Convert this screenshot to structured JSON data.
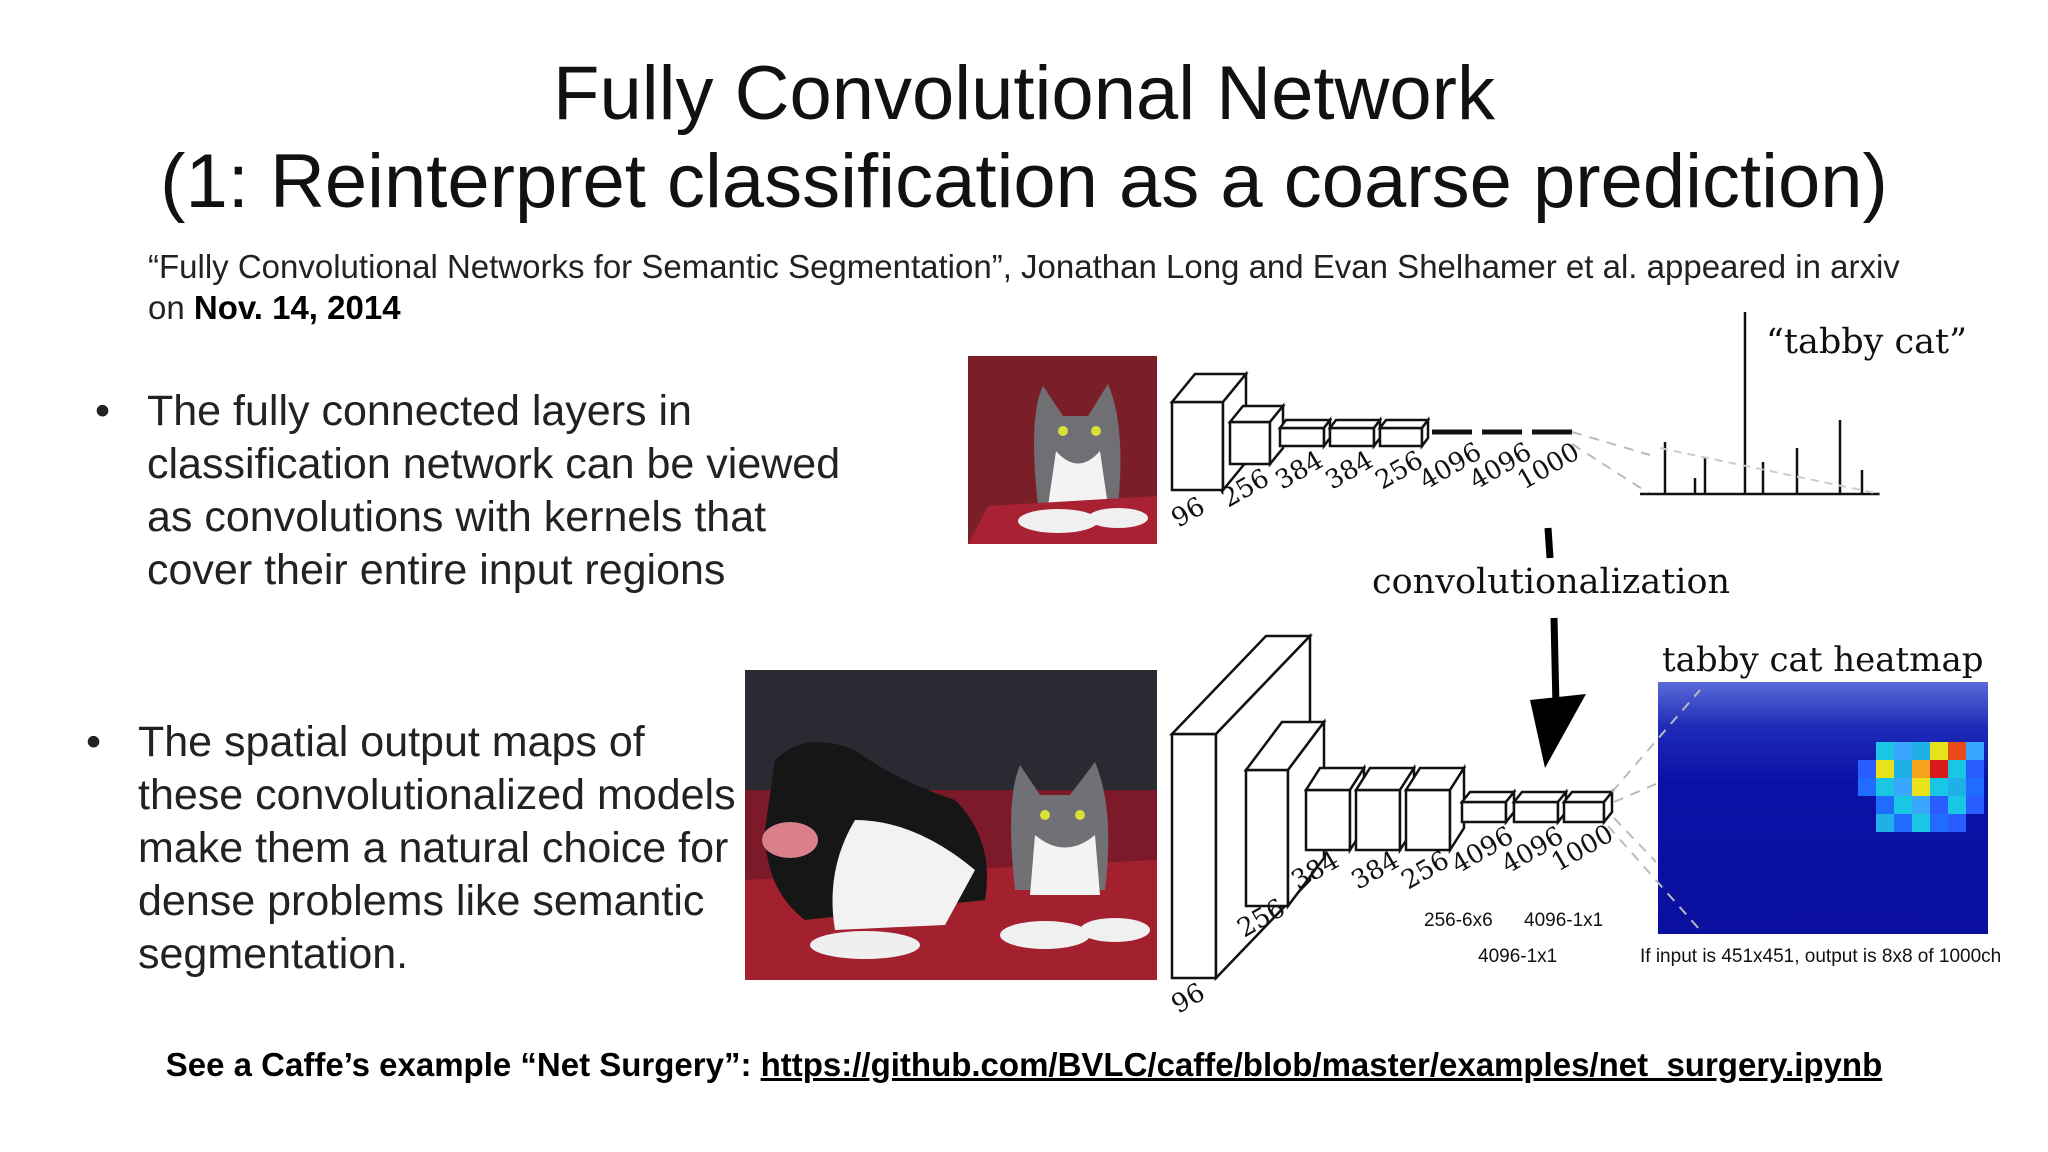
{
  "slide": {
    "title_line1": "Fully Convolutional Network",
    "title_line2": "(1: Reinterpret classification as a coarse prediction)",
    "citation_text": "“Fully Convolutional Networks for Semantic Segmentation”, Jonathan Long and Evan Shelhamer et al. appeared in arxiv on ",
    "citation_date": "Nov. 14, 2014",
    "bullets": [
      "The fully connected layers in classification network can be viewed as convolutions with kernels that cover their entire input regions",
      "The spatial output maps of these convolutionalized models make them a natural choice for dense problems like semantic segmentation."
    ],
    "bullet_symbol": "•",
    "footer_prefix": "See a Caffe’s example “Net Surgery”: ",
    "footer_link": "https://github.com/BVLC/caffe/blob/master/examples/net_surgery.ipynb"
  },
  "diagram": {
    "top_network_labels": [
      "96",
      "256",
      "384",
      "384",
      "256",
      "4096",
      "4096",
      "1000"
    ],
    "bottom_network_labels": [
      "96",
      "256",
      "384",
      "384",
      "256",
      "4096",
      "4096",
      "1000"
    ],
    "top_output_label": "“tabby cat”",
    "transition_label": "convolutionalization",
    "heatmap_label": "tabby cat heatmap",
    "note_kernel_1": "256-6x6",
    "note_kernel_2": "4096-1x1",
    "note_kernel_3": "4096-1x1",
    "note_output": "If input is 451x451, output is 8x8 of 1000ch"
  },
  "colors": {
    "heatmap_background": "#0a12a6",
    "heatmap_hot": "#d81a1a",
    "heatmap_warm": "#f4e21c",
    "heatmap_cool": "#1fb0e8",
    "cat_background": "#7a1f28"
  }
}
